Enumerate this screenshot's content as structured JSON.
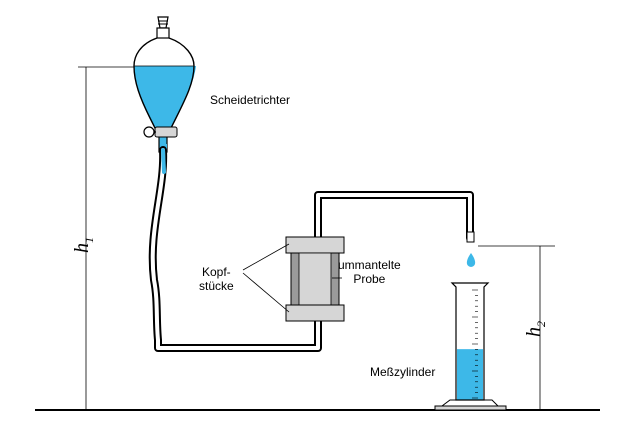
{
  "labels": {
    "scheidetrichter": "Scheidetrichter",
    "kopf_line1": "Kopf-",
    "kopf_line2": "stücke",
    "probe_line1": "ummantelte",
    "probe_line2": "Probe",
    "messzylinder": "Meßzylinder",
    "h1_main": "h",
    "h1_sub": "1",
    "h2_main": "h",
    "h2_sub": "2"
  },
  "colors": {
    "water": "#3db8e8",
    "gray_light": "#d6d6d6",
    "gray_dark": "#9a9a9a",
    "line": "#000000"
  },
  "cylinder": {
    "fill_level": 0.45
  }
}
